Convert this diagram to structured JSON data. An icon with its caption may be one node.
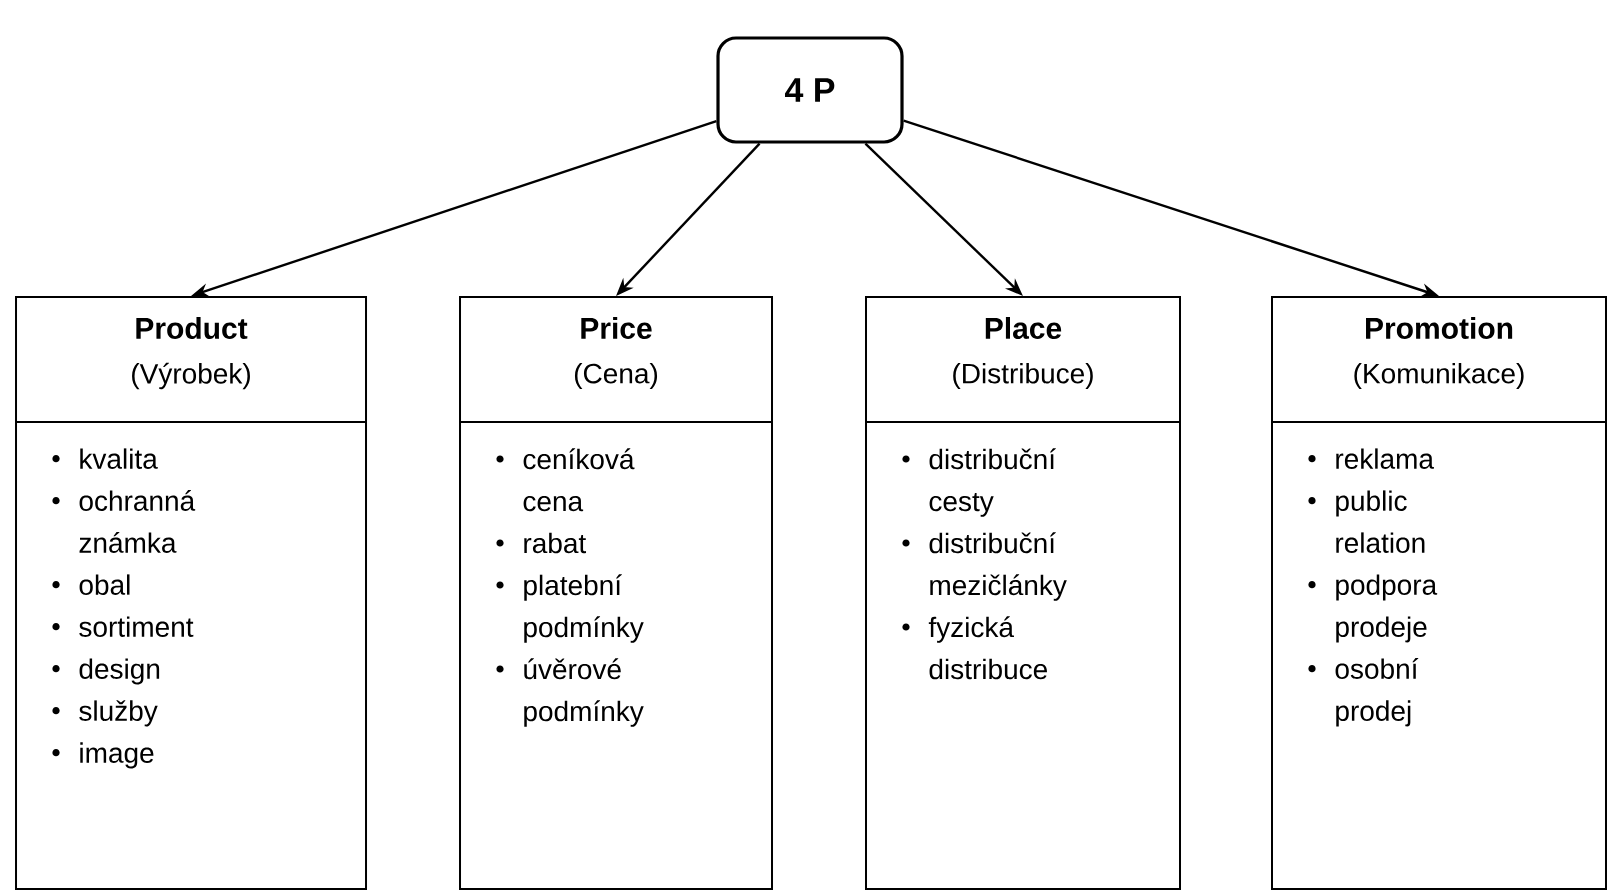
{
  "diagram": {
    "nodes": [
      {
        "text": [
          "4 P"
        ]
      },
      {
        "text": [
          "Product",
          "(Výrobek)",
          "kvalita",
          "ochranná známka",
          "obal",
          "sortiment",
          "design",
          "služby",
          "image"
        ]
      },
      {
        "text": [
          "Price",
          "(Cena)",
          "ceníková cena",
          "rabat",
          "platební podmínky",
          "úvěrové podmínky"
        ]
      },
      {
        "text": [
          "Place",
          "(Distribuce)",
          "distribuční cesty",
          "distribuční mezičlánky",
          "fyzická distribuce"
        ]
      },
      {
        "text": [
          "Promotion",
          "(Komunikace)",
          "reklama",
          "public relation",
          "podpora prodeje",
          "osobní prodej"
        ]
      }
    ],
    "edges": [
      {
        "from": 0,
        "to": 1,
        "arrow": "to"
      },
      {
        "from": 0,
        "to": 2,
        "arrow": "to"
      },
      {
        "from": 0,
        "to": 3,
        "arrow": "to"
      },
      {
        "from": 0,
        "to": 4,
        "arrow": "to"
      }
    ]
  }
}
